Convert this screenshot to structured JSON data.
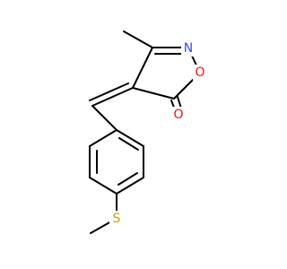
{
  "molecule": {
    "atoms": {
      "nitrogen": {
        "symbol": "N",
        "color": "#3050F8"
      },
      "ring_oxygen": {
        "symbol": "O",
        "color": "#FF0D0D"
      },
      "carbonyl_oxygen": {
        "symbol": "O",
        "color": "#FF0D0D"
      },
      "sulfur": {
        "symbol": "S",
        "color": "#C8A000"
      }
    },
    "bond_color": "#000000"
  }
}
